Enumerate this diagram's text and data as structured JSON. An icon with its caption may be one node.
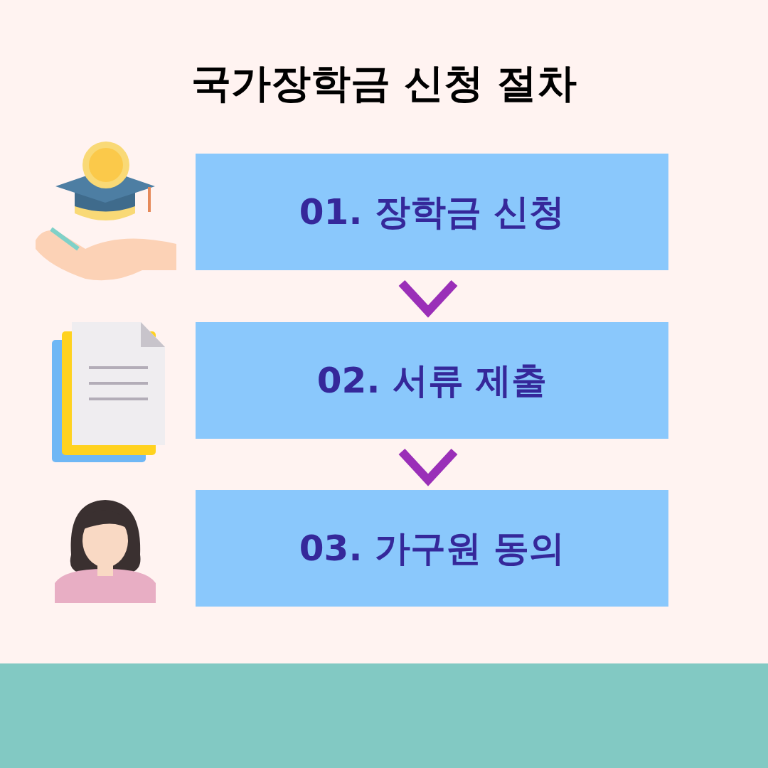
{
  "diagram": {
    "title": "국가장학금 신청 절차",
    "nodes": [
      {
        "text": [
          "01. 장학금 신청"
        ]
      },
      {
        "text": [
          "02. 서류 제출"
        ]
      },
      {
        "text": [
          "03. 가구원 동의"
        ]
      }
    ],
    "edges": [
      {
        "from": 0,
        "to": 1,
        "arrow": "to"
      },
      {
        "from": 1,
        "to": 2,
        "arrow": "to"
      }
    ]
  }
}
